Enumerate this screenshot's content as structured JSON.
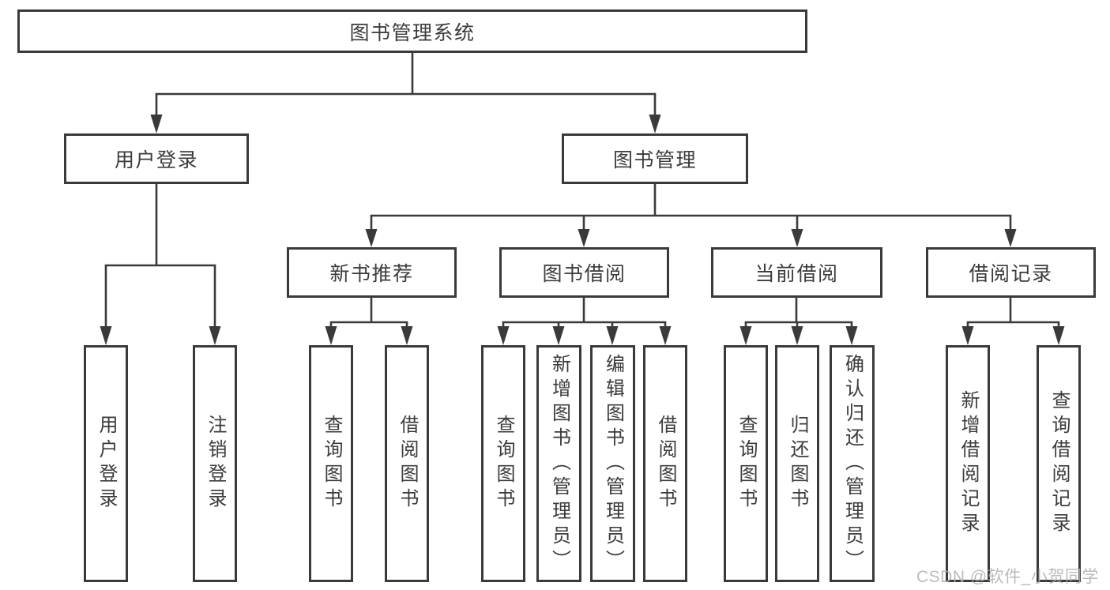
{
  "diagram": {
    "root": {
      "label": "图书管理系统"
    },
    "branches": [
      {
        "label": "用户登录",
        "children": [
          {
            "label": "用户登录"
          },
          {
            "label": "注销登录"
          }
        ]
      },
      {
        "label": "图书管理",
        "children": [
          {
            "label": "新书推荐",
            "children": [
              {
                "label": "查询图书"
              },
              {
                "label": "借阅图书"
              }
            ]
          },
          {
            "label": "图书借阅",
            "children": [
              {
                "label": "查询图书"
              },
              {
                "label": "新增图书（管理员）"
              },
              {
                "label": "编辑图书（管理员）"
              },
              {
                "label": "借阅图书"
              }
            ]
          },
          {
            "label": "当前借阅",
            "children": [
              {
                "label": "查询图书"
              },
              {
                "label": "归还图书"
              },
              {
                "label": "确认归还（管理员）"
              }
            ]
          },
          {
            "label": "借阅记录",
            "children": [
              {
                "label": "新增借阅记录"
              },
              {
                "label": "查询借阅记录"
              }
            ]
          }
        ]
      }
    ]
  },
  "watermark": {
    "text": "CSDN @软件_小贺同学"
  },
  "colors": {
    "line": "#3a3a3a",
    "text": "#3b3b3b",
    "background": "#ffffff",
    "watermark": "#afafaf"
  }
}
